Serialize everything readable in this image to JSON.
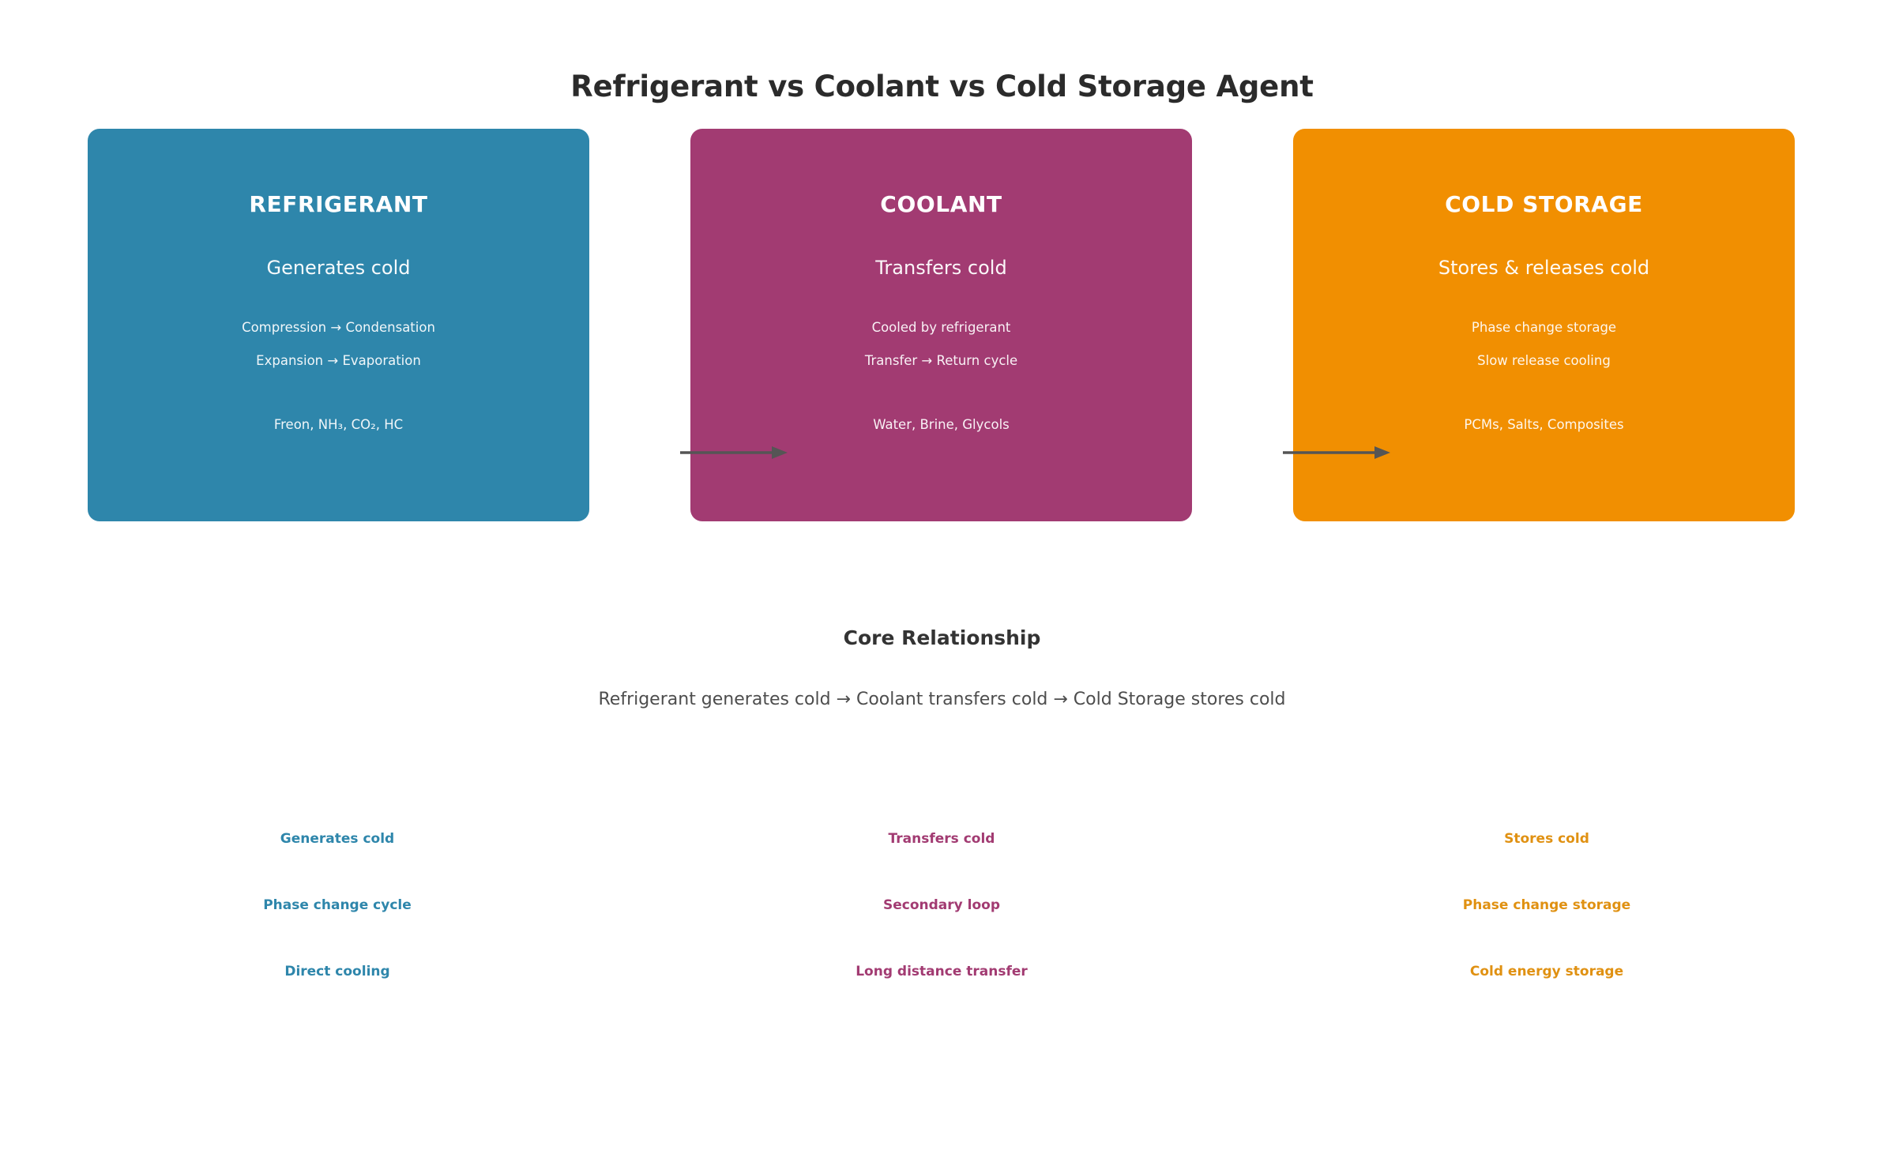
{
  "page": {
    "title": "Refrigerant vs Coolant vs Cold Storage Agent",
    "background": "#ffffff"
  },
  "colors": {
    "refrigerant": "#2E86AB",
    "coolant": "#A23B72",
    "cold_storage": "#F18F01",
    "arrow": "#555555",
    "title_text": "#2b2b2b",
    "body_text": "#4d4d4d"
  },
  "cards": [
    {
      "id": "refrigerant",
      "title": "REFRIGERANT",
      "subtitle": "Generates cold",
      "detail_1": "Compression → Condensation",
      "detail_2": "Expansion → Evaporation",
      "examples": "Freon, NH₃, CO₂, HC",
      "color": "#2E86AB"
    },
    {
      "id": "coolant",
      "title": "COOLANT",
      "subtitle": "Transfers cold",
      "detail_1": "Cooled by refrigerant",
      "detail_2": "Transfer → Return cycle",
      "examples": "Water, Brine, Glycols",
      "color": "#A23B72"
    },
    {
      "id": "cold-storage",
      "title": "COLD STORAGE",
      "subtitle": "Stores & releases cold",
      "detail_1": "Phase change storage",
      "detail_2": "Slow release cooling",
      "examples": "PCMs, Salts, Composites",
      "color": "#F18F01"
    }
  ],
  "arrows": [
    {
      "id": "arrow-refrigerant-to-coolant",
      "direction": "right"
    },
    {
      "id": "arrow-coolant-to-cold-storage",
      "direction": "right"
    }
  ],
  "core": {
    "heading": "Core Relationship",
    "flow": "Refrigerant generates cold → Coolant transfers cold → Cold Storage stores cold"
  },
  "keyword_columns": [
    {
      "id": "refrigerant-keywords",
      "color": "#2E86AB",
      "items": [
        "Generates cold",
        "Phase change cycle",
        "Direct cooling"
      ]
    },
    {
      "id": "coolant-keywords",
      "color": "#A23B72",
      "items": [
        "Transfers cold",
        "Secondary loop",
        "Long distance transfer"
      ]
    },
    {
      "id": "cold-storage-keywords",
      "color": "#F18F01",
      "items": [
        "Stores cold",
        "Phase change storage",
        "Cold energy storage"
      ]
    }
  ]
}
